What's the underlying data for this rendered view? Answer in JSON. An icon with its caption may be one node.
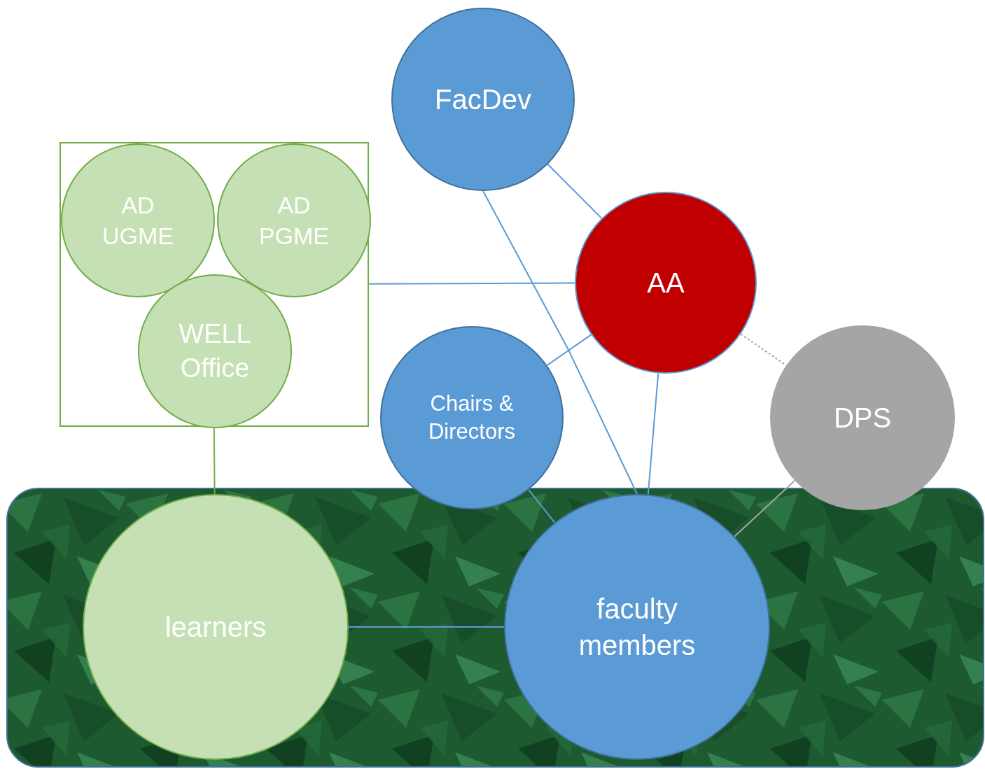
{
  "diagram": {
    "nodes": [
      {
        "text": [],
        "shape": "box"
      },
      {
        "text": [
          "AD UGME"
        ],
        "in": 0
      },
      {
        "text": [
          "AD PGME"
        ],
        "in": 0
      },
      {
        "text": [
          "WELL Office"
        ],
        "in": 0
      },
      {
        "text": [
          "FacDev"
        ]
      },
      {
        "text": [
          "AA"
        ]
      },
      {
        "text": [
          "Chairs & Directors"
        ]
      },
      {
        "text": [
          "DPS"
        ]
      },
      {
        "text": [
          "learners"
        ]
      },
      {
        "text": [
          "faculty members"
        ]
      }
    ],
    "edges": [
      {
        "from": 4,
        "to": 5,
        "arrow": "none"
      },
      {
        "from": 4,
        "to": 9,
        "arrow": "none"
      },
      {
        "from": 0,
        "to": 5,
        "arrow": "none"
      },
      {
        "from": 6,
        "to": 5,
        "arrow": "none"
      },
      {
        "from": 5,
        "to": 9,
        "arrow": "none"
      },
      {
        "from": 5,
        "to": 7,
        "arrow": "none",
        "style": "dashed",
        "color": "#a5a5a5"
      },
      {
        "from": 3,
        "to": 8,
        "arrow": "none",
        "color": "#70ad47"
      },
      {
        "from": 8,
        "to": 9,
        "arrow": "none"
      },
      {
        "from": 6,
        "to": 9,
        "arrow": "none"
      },
      {
        "from": 7,
        "to": 9,
        "arrow": "none",
        "color": "#a5a5a5"
      }
    ]
  }
}
